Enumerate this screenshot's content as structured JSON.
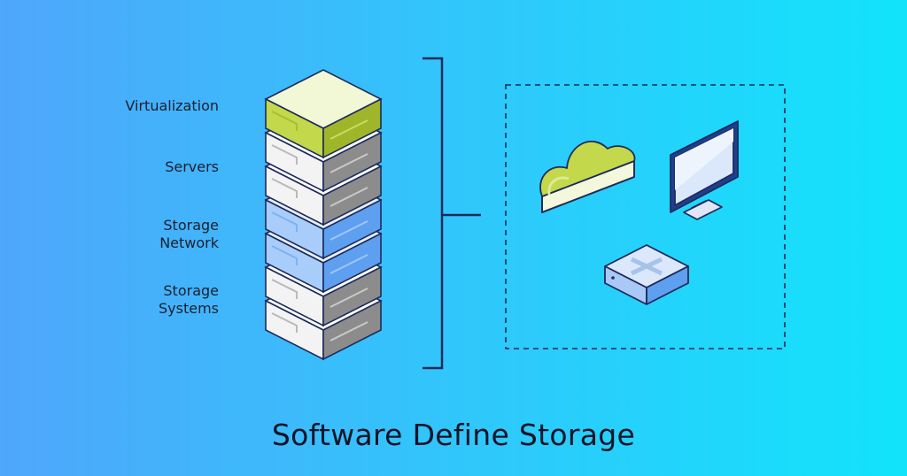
{
  "labels": {
    "virtualization": "Virtualization",
    "servers": "Servers",
    "storage_network": "Storage\nNetwork",
    "storage_systems": "Storage\nSystems"
  },
  "title": "Software Define Storage",
  "colors": {
    "background_left": "#4fa6fb",
    "background_right": "#12e3fb",
    "virtualization_green": "#c3d84a",
    "server_gray": "#8c8c8c",
    "network_blue": "#6fa9f2",
    "line_navy": "#1e2a5a"
  },
  "icons": [
    "cloud-icon",
    "monitor-icon",
    "storage-device-icon"
  ]
}
